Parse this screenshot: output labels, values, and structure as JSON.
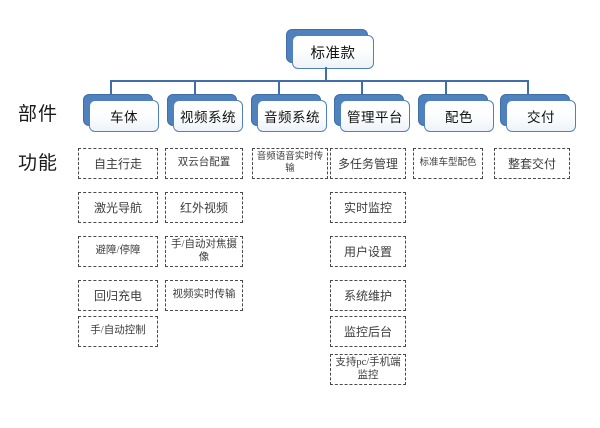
{
  "diagram": {
    "type": "organizational-tree",
    "root": {
      "label": "标准款"
    },
    "row_labels": [
      {
        "id": "components",
        "label": "部件"
      },
      {
        "id": "functions",
        "label": "功能"
      }
    ],
    "colors": {
      "node_fill_back": "#4f81bd",
      "node_border": "#3f6ea8",
      "node_front_fill": "#ffffff",
      "connector": "#3f6ea8",
      "leaf_border": "#4a4a4a",
      "leaf_fill": "#ffffff",
      "text": "#111111"
    },
    "columns": [
      {
        "id": "col-1",
        "node": "车体",
        "functions": [
          "自主行走",
          "激光导航",
          "避障/停障",
          "回归充电",
          "手/自动控制"
        ]
      },
      {
        "id": "col-2",
        "node": "视频系统",
        "functions": [
          "双云台配置",
          "红外视频",
          "手/自动对焦摄像",
          "视频实时传输"
        ]
      },
      {
        "id": "col-3",
        "node": "音频系统",
        "functions": [
          "音频语音实时传输"
        ]
      },
      {
        "id": "col-4",
        "node": "管理平台",
        "functions": [
          "多任务管理",
          "实时监控",
          "用户设置",
          "系统维护",
          "监控后台",
          "支持pc/手机端监控"
        ]
      },
      {
        "id": "col-5",
        "node": "配色",
        "functions": [
          "标准车型配色"
        ]
      },
      {
        "id": "col-6",
        "node": "交付",
        "functions": [
          "整套交付"
        ]
      }
    ]
  }
}
